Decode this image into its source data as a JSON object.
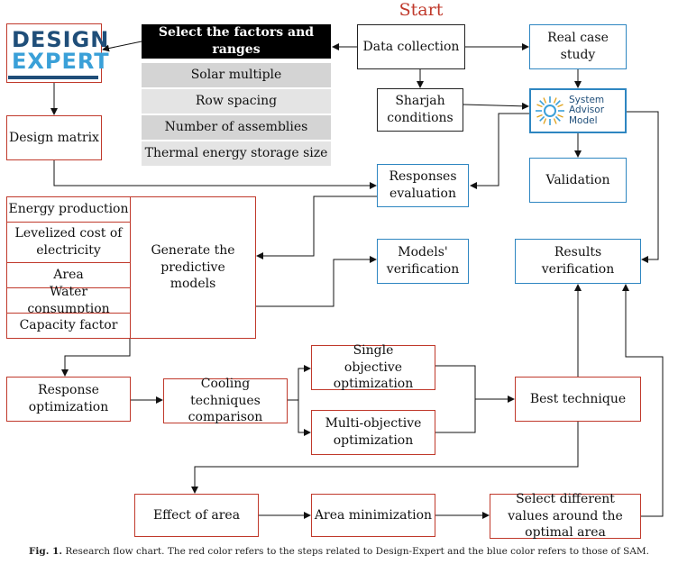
{
  "start_label": "Start",
  "logo": {
    "line1": "DESIGN",
    "line2": "EXPERT"
  },
  "sam_logo": {
    "line1": "System",
    "line2": "Advisor",
    "line3": "Model"
  },
  "factors": {
    "header": "Select the factors and ranges",
    "items": [
      "Solar multiple",
      "Row spacing",
      "Number of assemblies",
      "Thermal energy storage size"
    ]
  },
  "nodes": {
    "data_collection": "Data collection",
    "real_case_study": "Real case study",
    "sharjah_conditions": "Sharjah conditions",
    "design_matrix": "Design matrix",
    "responses_evaluation": "Responses evaluation",
    "validation": "Validation",
    "generate_models": "Generate the predictive models",
    "models_verification": "Models' verification",
    "results_verification": "Results verification",
    "response_optimization": "Response optimization",
    "cooling_comparison": "Cooling techniques comparison",
    "single_objective": "Single objective optimization",
    "multi_objective": "Multi-objective optimization",
    "best_technique": "Best technique",
    "effect_of_area": "Effect of area",
    "area_minimization": "Area minimization",
    "select_values": "Select different values around the optimal area"
  },
  "responses": [
    "Energy production",
    "Levelized cost of electricity",
    "Area",
    "Water consumption",
    "Capacity factor"
  ],
  "caption": {
    "label": "Fig. 1.",
    "text": "Research flow chart. The red color refers to the steps related to Design-Expert and the blue color refers to those of SAM."
  },
  "colors": {
    "red": "#c0392b",
    "blue": "#2e86c1",
    "black": "#222222"
  }
}
